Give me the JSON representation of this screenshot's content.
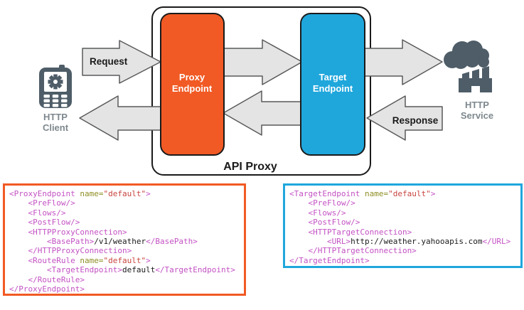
{
  "diagram": {
    "api_proxy_label": "API Proxy",
    "request_label": "Request",
    "response_label": "Response",
    "proxy_endpoint": {
      "line1": "Proxy",
      "line2": "Endpoint",
      "color": "#F15A24"
    },
    "target_endpoint": {
      "line1": "Target",
      "line2": "Endpoint",
      "color": "#1FA7DC"
    },
    "client": {
      "label_line1": "HTTP",
      "label_line2": "Client",
      "icon": "mobile-phone-with-gear"
    },
    "service": {
      "label_line1": "HTTP",
      "label_line2": "Service",
      "icon": "factory-with-smoke-cloud"
    },
    "arrow_fill": "#E4E4E4",
    "arrow_stroke": "#58595B",
    "icon_color": "#4E5D68",
    "icon_label_color": "#7E888E"
  },
  "syntax_colors": {
    "tag": "#C351C3",
    "attr_name": "#8E8E25",
    "attr_value": "#C8453F",
    "text": "#1A1A1A"
  },
  "code_panels": [
    {
      "id": "proxy-endpoint-xml",
      "border_color": "#F15A24",
      "lines": [
        [
          {
            "c": "tag",
            "s": "<ProxyEndpoint "
          },
          {
            "c": "attr",
            "s": "name="
          },
          {
            "c": "val",
            "s": "\"default\""
          },
          {
            "c": "tag",
            "s": ">"
          }
        ],
        [
          {
            "c": "tag",
            "s": "    <PreFlow/>"
          }
        ],
        [
          {
            "c": "tag",
            "s": "    <Flows/>"
          }
        ],
        [
          {
            "c": "tag",
            "s": "    <PostFlow/>"
          }
        ],
        [
          {
            "c": "tag",
            "s": "    <HTTPProxyConnection>"
          }
        ],
        [
          {
            "c": "tag",
            "s": "        <BasePath>"
          },
          {
            "c": "txt",
            "s": "/v1/weather"
          },
          {
            "c": "tag",
            "s": "</BasePath>"
          }
        ],
        [
          {
            "c": "tag",
            "s": "    </HTTPProxyConnection>"
          }
        ],
        [
          {
            "c": "tag",
            "s": "    <RouteRule "
          },
          {
            "c": "attr",
            "s": "name="
          },
          {
            "c": "val",
            "s": "\"default\""
          },
          {
            "c": "tag",
            "s": ">"
          }
        ],
        [
          {
            "c": "tag",
            "s": "        <TargetEndpoint>"
          },
          {
            "c": "txt",
            "s": "default"
          },
          {
            "c": "tag",
            "s": "</TargetEndpoint>"
          }
        ],
        [
          {
            "c": "tag",
            "s": "    </RouteRule>"
          }
        ],
        [
          {
            "c": "tag",
            "s": "</ProxyEndpoint>"
          }
        ]
      ]
    },
    {
      "id": "target-endpoint-xml",
      "border_color": "#1FA7DC",
      "lines": [
        [
          {
            "c": "tag",
            "s": "<TargetEndpoint "
          },
          {
            "c": "attr",
            "s": "name="
          },
          {
            "c": "val",
            "s": "\"default\""
          },
          {
            "c": "tag",
            "s": ">"
          }
        ],
        [
          {
            "c": "tag",
            "s": "    <PreFlow/>"
          }
        ],
        [
          {
            "c": "tag",
            "s": "    <Flows/>"
          }
        ],
        [
          {
            "c": "tag",
            "s": "    <PostFlow/>"
          }
        ],
        [
          {
            "c": "tag",
            "s": "    <HTTPTargetConnection>"
          }
        ],
        [
          {
            "c": "tag",
            "s": "        <URL>"
          },
          {
            "c": "txt",
            "s": "http://weather.yahooapis.com"
          },
          {
            "c": "tag",
            "s": "</URL>"
          }
        ],
        [
          {
            "c": "tag",
            "s": "    </HTTPTargetConnection>"
          }
        ],
        [
          {
            "c": "tag",
            "s": "</TargetEndpoint>"
          }
        ]
      ]
    }
  ]
}
